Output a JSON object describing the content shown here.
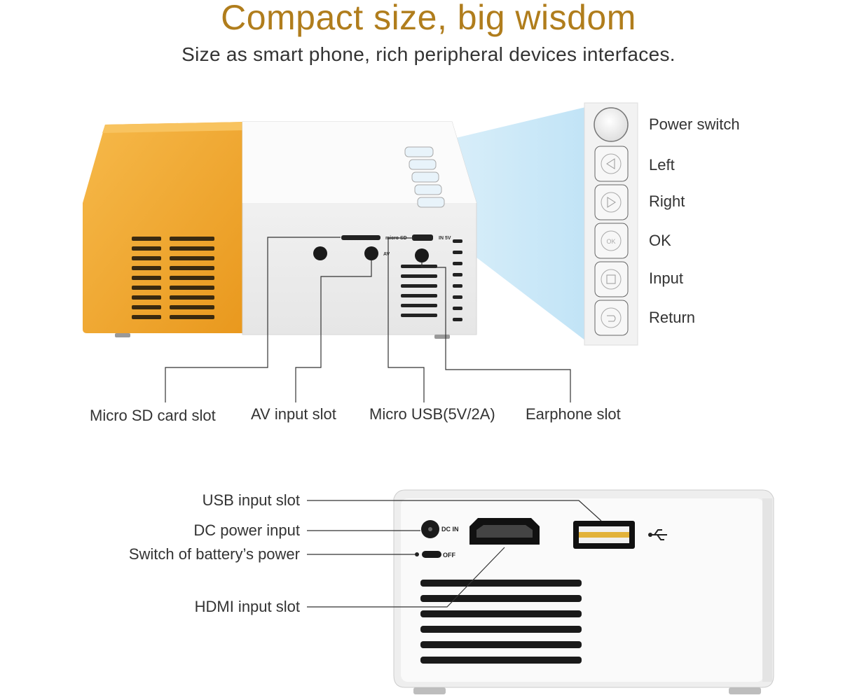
{
  "header": {
    "title": "Compact size, big wisdom",
    "subtitle": "Size as smart phone, rich peripheral devices interfaces."
  },
  "top_device": {
    "port_labels": {
      "micro_sd": "Micro SD card slot",
      "av": "AV input slot",
      "micro_usb": "Micro USB(5V/2A)",
      "earphone": "Earphone slot"
    },
    "printed_markings": {
      "micro_sd": "micro SD",
      "in5v": "IN 5V",
      "av": "AV"
    }
  },
  "control_panel": {
    "buttons": [
      {
        "name": "Power switch"
      },
      {
        "name": "Left"
      },
      {
        "name": "Right"
      },
      {
        "name": "OK",
        "glyph": "OK"
      },
      {
        "name": "Input"
      },
      {
        "name": "Return"
      }
    ]
  },
  "bottom_device": {
    "labels": {
      "usb": "USB input slot",
      "dc": "DC power input",
      "battery": "Switch of battery’s power",
      "hdmi": "HDMI input slot"
    },
    "printed_markings": {
      "dc_in": "DC IN",
      "off": "OFF"
    }
  },
  "colors": {
    "title": "#b07d1c",
    "housing_orange": "#f0a830",
    "housing_white": "#f1f1f1",
    "beam": "#bfe3f7"
  }
}
